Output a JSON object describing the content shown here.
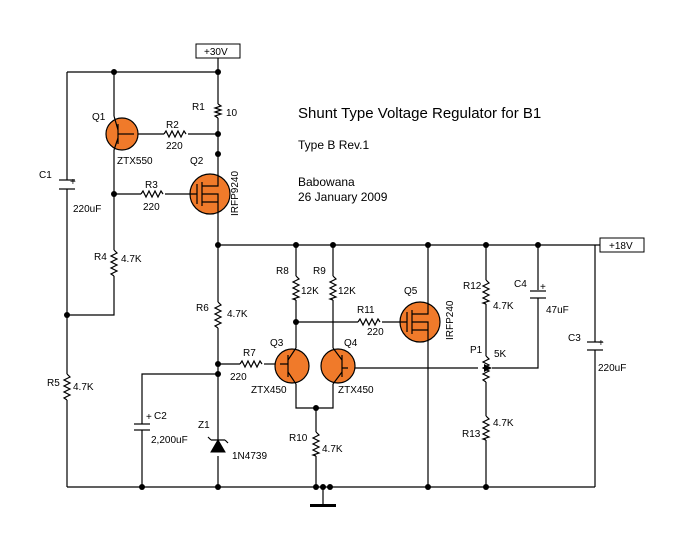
{
  "title": "Shunt Type Voltage Regulator for B1",
  "revision": "Type B Rev.1",
  "author": "Babowana",
  "date": "26 January 2009",
  "accent_color": "#f07a2a",
  "rails": {
    "input": "+30V",
    "output": "+18V"
  },
  "resistors": {
    "R1": {
      "ref": "R1",
      "value": "10"
    },
    "R2": {
      "ref": "R2",
      "value": "220"
    },
    "R3": {
      "ref": "R3",
      "value": "220"
    },
    "R4": {
      "ref": "R4",
      "value": "4.7K"
    },
    "R5": {
      "ref": "R5",
      "value": "4.7K"
    },
    "R6": {
      "ref": "R6",
      "value": "4.7K"
    },
    "R7": {
      "ref": "R7",
      "value": "220"
    },
    "R8": {
      "ref": "R8",
      "value": "12K"
    },
    "R9": {
      "ref": "R9",
      "value": "12K"
    },
    "R10": {
      "ref": "R10",
      "value": "4.7K"
    },
    "R11": {
      "ref": "R11",
      "value": "220"
    },
    "R12": {
      "ref": "R12",
      "value": "4.7K"
    },
    "R13": {
      "ref": "R13",
      "value": "4.7K"
    }
  },
  "capacitors": {
    "C1": {
      "ref": "C1",
      "value": "220uF"
    },
    "C2": {
      "ref": "C2",
      "value": "2,200uF"
    },
    "C3": {
      "ref": "C3",
      "value": "220uF"
    },
    "C4": {
      "ref": "C4",
      "value": "47uF"
    }
  },
  "transistors": {
    "Q1": {
      "ref": "Q1",
      "part": "ZTX550"
    },
    "Q2": {
      "ref": "Q2",
      "part": "IRFP9240"
    },
    "Q3": {
      "ref": "Q3",
      "part": "ZTX450"
    },
    "Q4": {
      "ref": "Q4",
      "part": "ZTX450"
    },
    "Q5": {
      "ref": "Q5",
      "part": "IRFP240"
    }
  },
  "zener": {
    "ref": "Z1",
    "part": "1N4739"
  },
  "pot": {
    "ref": "P1",
    "value": "5K"
  },
  "plus_sign": "+"
}
